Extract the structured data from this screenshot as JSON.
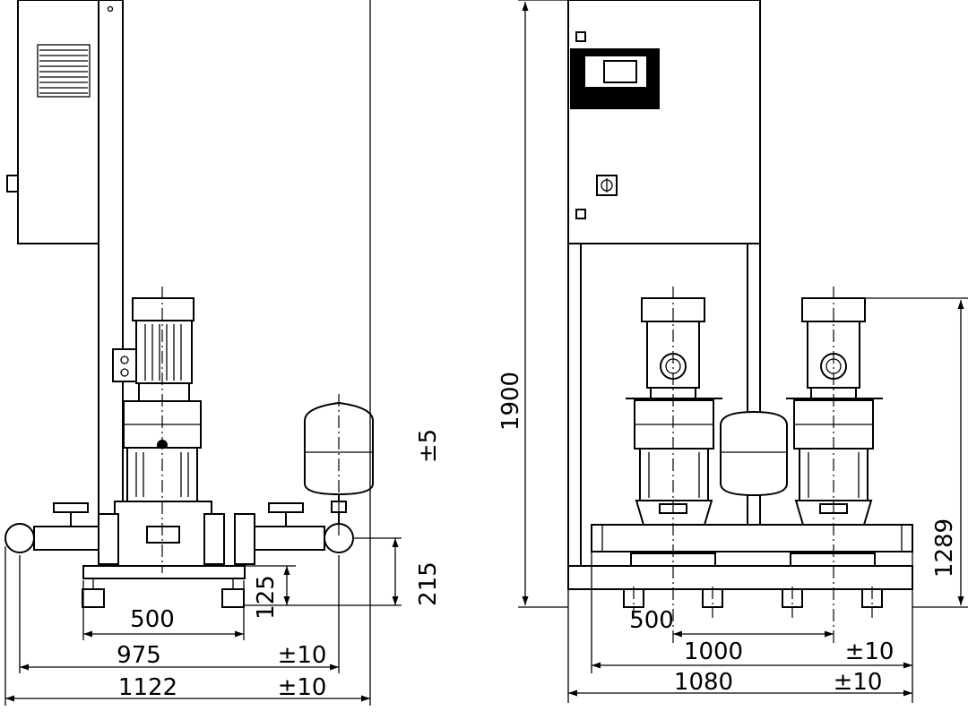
{
  "side_view": {
    "dim_500": "500",
    "dim_975": "975",
    "dim_975_tol": "±10",
    "dim_1122": "1122",
    "dim_1122_tol": "±10",
    "dim_125": "125",
    "dim_215": "215",
    "dim_tol_5": "±5"
  },
  "front_view": {
    "dim_1900": "1900",
    "dim_1289": "1289",
    "dim_500": "500",
    "dim_1000": "1000",
    "dim_1000_tol": "±10",
    "dim_1080": "1080",
    "dim_1080_tol": "±10"
  }
}
